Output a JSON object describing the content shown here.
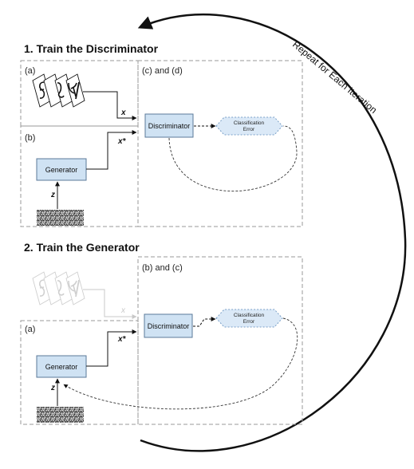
{
  "colors": {
    "box_fill": "#cfe2f3",
    "box_stroke": "#5b7a99",
    "hex_fill": "#dbe9f7",
    "hex_stroke": "#7aa0c8",
    "panel_stroke": "#9a9a9a",
    "faded": "#c8c8c8"
  },
  "icons": [
    "mnist-digit-cards",
    "noise-patch",
    "repeat-arc-arrow"
  ],
  "repeat_label": "Repeat for Each Iteration",
  "section1": {
    "title": "1. Train the Discriminator",
    "panel_a": "(a)",
    "panel_b": "(b)",
    "panel_cd": "(c) and (d)",
    "generator": "Generator",
    "discriminator": "Discriminator",
    "classification_line1": "Classification",
    "classification_line2": "Error",
    "x_label": "x",
    "x_star_label": "x*",
    "z_label": "z"
  },
  "section2": {
    "title": "2. Train the Generator",
    "panel_a": "(a)",
    "panel_bc": "(b) and (c)",
    "generator": "Generator",
    "discriminator": "Discriminator",
    "classification_line1": "Classification",
    "classification_line2": "Error",
    "x_faded_label": "x",
    "x_star_label": "x*",
    "z_label": "z"
  }
}
